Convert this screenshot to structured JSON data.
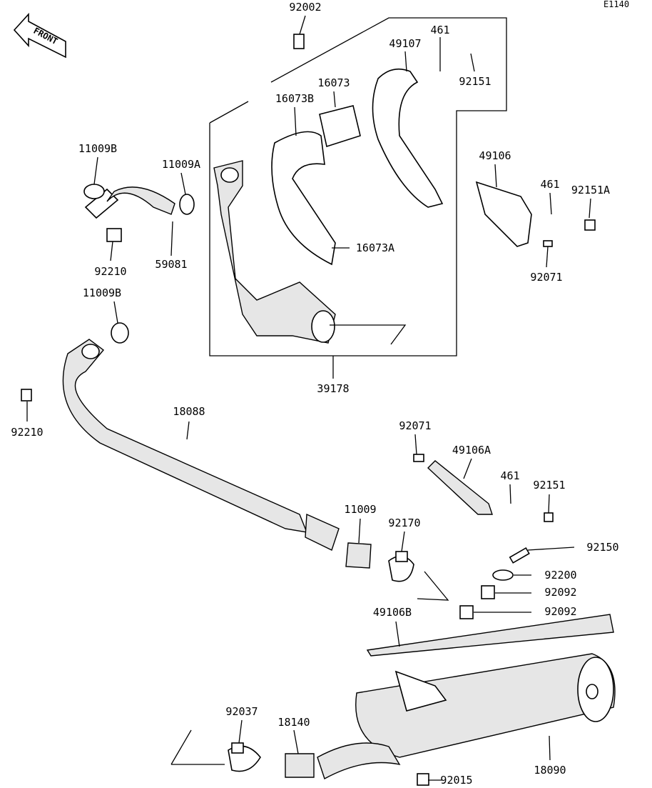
{
  "diagram_code": "E1140",
  "front_logo": "FRONT",
  "labels": {
    "l92002": "92002",
    "l461a": "461",
    "l49107": "49107",
    "l92151a": "92151",
    "l16073": "16073",
    "l16073B": "16073B",
    "l11009Ba": "11009B",
    "l11009A": "11009A",
    "l49106": "49106",
    "l461b": "461",
    "l92151A": "92151A",
    "l16073A": "16073A",
    "l92210a": "92210",
    "l59081": "59081",
    "l92071a": "92071",
    "l11009Bb": "11009B",
    "l39178": "39178",
    "l92210b": "92210",
    "l18088": "18088",
    "l92071b": "92071",
    "l49106A": "49106A",
    "l461c": "461",
    "l92151b": "92151",
    "l11009": "11009",
    "l92170": "92170",
    "l92150": "92150",
    "l92200": "92200",
    "l92092a": "92092",
    "l92092b": "92092",
    "l49106B": "49106B",
    "l92037": "92037",
    "l18140": "18140",
    "l18090": "18090",
    "l92015": "92015"
  }
}
